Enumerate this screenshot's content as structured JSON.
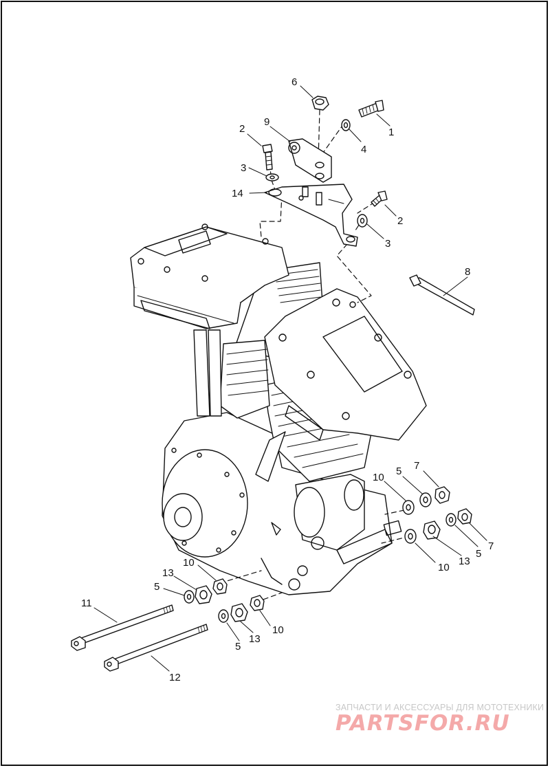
{
  "callouts": {
    "c1": "1",
    "c2a": "2",
    "c2b": "2",
    "c3a": "3",
    "c3b": "3",
    "c4": "4",
    "c5a": "5",
    "c5b": "5",
    "c5c": "5",
    "c5d": "5",
    "c6": "6",
    "c7a": "7",
    "c7b": "7",
    "c8": "8",
    "c9": "9",
    "c10a": "10",
    "c10b": "10",
    "c10c": "10",
    "c10d": "10",
    "c11": "11",
    "c12": "12",
    "c13a": "13",
    "c13b": "13",
    "c13c": "13",
    "c14": "14"
  },
  "watermark": {
    "tagline": "ЗАПЧАСТИ И АКСЕССУАРЫ ДЛЯ МОТОТЕХНИКИ",
    "logo": "PARTSFOR.RU"
  },
  "colors": {
    "line": "#111111",
    "watermark_logo": "#f4a9a9",
    "watermark_text": "#c7c7c7"
  }
}
